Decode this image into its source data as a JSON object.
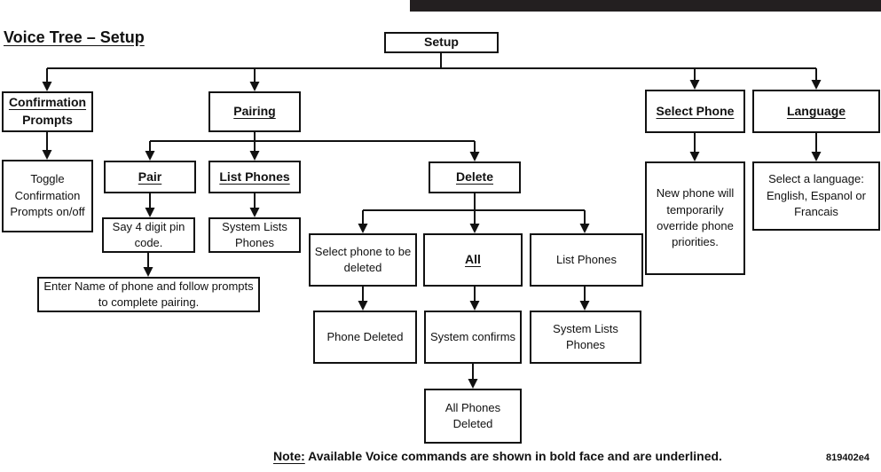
{
  "title": "Voice Tree – Setup",
  "nodes": {
    "setup": {
      "label": "Setup"
    },
    "confirmation_prompts": {
      "line1": "Confirmation",
      "line2": "Prompts"
    },
    "pairing": {
      "label": "Pairing"
    },
    "select_phone": {
      "label": "Select Phone"
    },
    "language": {
      "label": "Language"
    },
    "toggle_confirmation": {
      "label": "Toggle Confirmation Prompts on/off"
    },
    "pair": {
      "label": "Pair"
    },
    "list_phones": {
      "label": "List Phones"
    },
    "delete": {
      "label": "Delete"
    },
    "say_pin": {
      "label": "Say 4 digit pin code."
    },
    "system_lists_phones_1": {
      "label": "System Lists Phones"
    },
    "enter_name": {
      "label": "Enter Name of phone and follow prompts to complete pairing."
    },
    "select_phone_deleted": {
      "label": "Select phone to be deleted"
    },
    "all": {
      "label": "All"
    },
    "list_phones_2": {
      "label": "List Phones"
    },
    "phone_deleted": {
      "label": "Phone Deleted"
    },
    "system_confirms": {
      "label": "System confirms"
    },
    "system_lists_phones_2": {
      "label": "System Lists Phones"
    },
    "all_phones_deleted": {
      "label": "All Phones Deleted"
    },
    "new_phone_override": {
      "label": "New phone will temporarily override phone priorities."
    },
    "select_language": {
      "label": "Select a language: English, Espanol or Francais"
    }
  },
  "note": {
    "prefix": "Note:",
    "text": " Available Voice commands are shown in bold face and are underlined."
  },
  "code": "819402e4",
  "colors": {
    "line": "#111111",
    "top_bar": "#231f20",
    "background": "#ffffff"
  }
}
